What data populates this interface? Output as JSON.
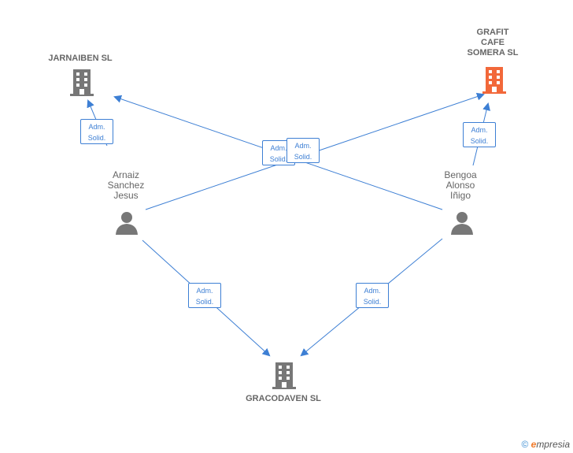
{
  "nodes": {
    "jarnaiben": {
      "label": "JARNAIBEN SL",
      "color": "#777777"
    },
    "grafit": {
      "label_lines": [
        "GRAFIT",
        "CAFE",
        "SOMERA  SL"
      ],
      "color": "#f2683a"
    },
    "gracodaven": {
      "label": "GRACODAVEN SL",
      "color": "#777777"
    },
    "arnaiz": {
      "label_lines": [
        "Arnaiz",
        "Sanchez",
        "Jesus"
      ],
      "color": "#777777"
    },
    "bengoa": {
      "label_lines": [
        "Bengoa",
        "Alonso",
        "Iñigo"
      ],
      "color": "#777777"
    }
  },
  "edges": [
    {
      "from": "arnaiz",
      "to": "jarnaiben",
      "label_lines": [
        "Adm.",
        "Solid."
      ]
    },
    {
      "from": "arnaiz",
      "to": "grafit",
      "label_lines": [
        "Adm.",
        "Solid."
      ]
    },
    {
      "from": "bengoa",
      "to": "jarnaiben",
      "label_lines": [
        "Adm.",
        "Solid."
      ]
    },
    {
      "from": "bengoa",
      "to": "grafit",
      "label_lines": [
        "Adm.",
        "Solid."
      ]
    },
    {
      "from": "arnaiz",
      "to": "gracodaven",
      "label_lines": [
        "Adm.",
        "Solid."
      ]
    },
    {
      "from": "bengoa",
      "to": "gracodaven",
      "label_lines": [
        "Adm.",
        "Solid."
      ]
    }
  ],
  "colors": {
    "edge": "#3d7fd4",
    "accent_company": "#f2683a"
  },
  "footer": {
    "copyright_symbol": "©",
    "brand_initial": "e",
    "brand_rest": "mpresia"
  }
}
